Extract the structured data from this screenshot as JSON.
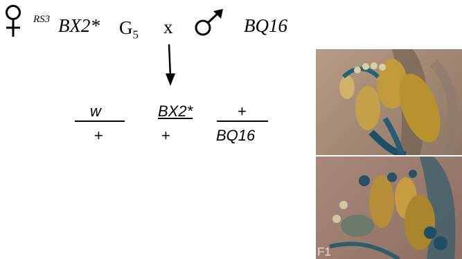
{
  "cross": {
    "female_symbol": "♀",
    "male_symbol": "♂",
    "female_superscript": "RS3",
    "female_allele": "BX2*",
    "generation": "G",
    "generation_subscript": "5",
    "cross_sign": "x",
    "male_allele": "BQ16"
  },
  "progeny": [
    {
      "top": "w",
      "bottom": "+"
    },
    {
      "top": "BX2*",
      "bottom": "+"
    },
    {
      "top": "+",
      "bottom": "BQ16"
    }
  ],
  "photo_label": "F1",
  "colors": {
    "ink": "#000000",
    "photo_bg": "#a88d76",
    "egg_gold": "#b7922f",
    "stain_blue": "#1f4f66"
  }
}
